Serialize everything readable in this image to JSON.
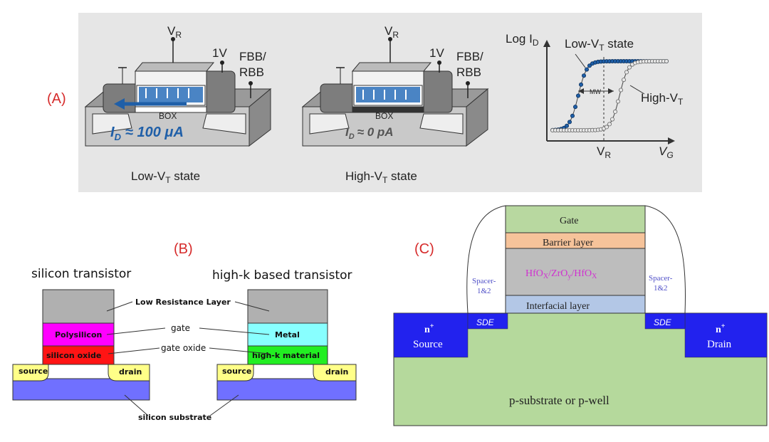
{
  "panel_a": {
    "label": "(A)",
    "device_low": {
      "vr": "V",
      "vr_sub": "R",
      "v1": "1V",
      "fbb1": "FBB/",
      "fbb2": "RBB",
      "box": "BOX",
      "current": "I",
      "current_sub": "D",
      "current_val": "≈ 100 μA",
      "caption": "Low-V",
      "caption_sub": "T",
      "caption_end": " state"
    },
    "device_high": {
      "vr": "V",
      "vr_sub": "R",
      "v1": "1V",
      "fbb1": "FBB/",
      "fbb2": "RBB",
      "box": "BOX",
      "current": "I",
      "current_sub": "D",
      "current_val": "≈ 0 pA",
      "caption": "High-V",
      "caption_sub": "T",
      "caption_end": " state"
    },
    "graph": {
      "ylabel": "Log I",
      "ylabel_sub": "D",
      "xlabel": "V",
      "xlabel_sub": "G",
      "vr": "V",
      "vr_sub": "R",
      "mw": "MW",
      "low_label": "Low-V",
      "low_label_sub": "T",
      "low_label_end": " state",
      "high_label": "High-V",
      "high_label_sub": "T"
    }
  },
  "panel_b": {
    "label": "(B)",
    "left_title": "silicon transistor",
    "right_title": "high-k based transistor",
    "low_res": "Low Resistance Layer",
    "gate": "gate",
    "gate_oxide": "gate oxide",
    "substrate": "silicon substrate",
    "left_gate": "Polysilicon",
    "left_ox": "silicon oxide",
    "right_gate": "Metal",
    "right_ox": "high-k material",
    "source": "source",
    "drain": "drain"
  },
  "panel_c": {
    "label": "(C)",
    "gate": "Gate",
    "barrier": "Barrier layer",
    "stack_a": "HfO",
    "stack_a_sub": "X",
    "stack_b": "/ZrO",
    "stack_b_sub": "y",
    "stack_c": "/HfO",
    "stack_c_sub": "X",
    "interfacial": "Interfacial layer",
    "spacer1": "Spacer-",
    "spacer2": "1&2",
    "sde": "SDE",
    "nplus": "n",
    "nplus_sup": "+",
    "source": "Source",
    "drain": "Drain",
    "substrate": "p-substrate or p-well"
  },
  "colors": {
    "red_label": "#d62b2b",
    "panel_a_bg": "#e6e6e6",
    "blue_text": "#1f5fa8",
    "polysilicon": "#ff00ff",
    "silicon_oxide": "#ff1414",
    "metal": "#88ffff",
    "high_k": "#22ee22",
    "source_drain": "#ffff88",
    "substrate_b": "#7070ff",
    "gate_c": "#b8d8a0",
    "barrier_c": "#f6c39a",
    "stack_c": "#bdbdbd",
    "interfacial_c": "#b3c7e6",
    "substrate_c": "#b5d99c",
    "nplus_c": "#2222ee",
    "spacer_text": "#5050c8",
    "hfo_text": "#d030d0"
  }
}
